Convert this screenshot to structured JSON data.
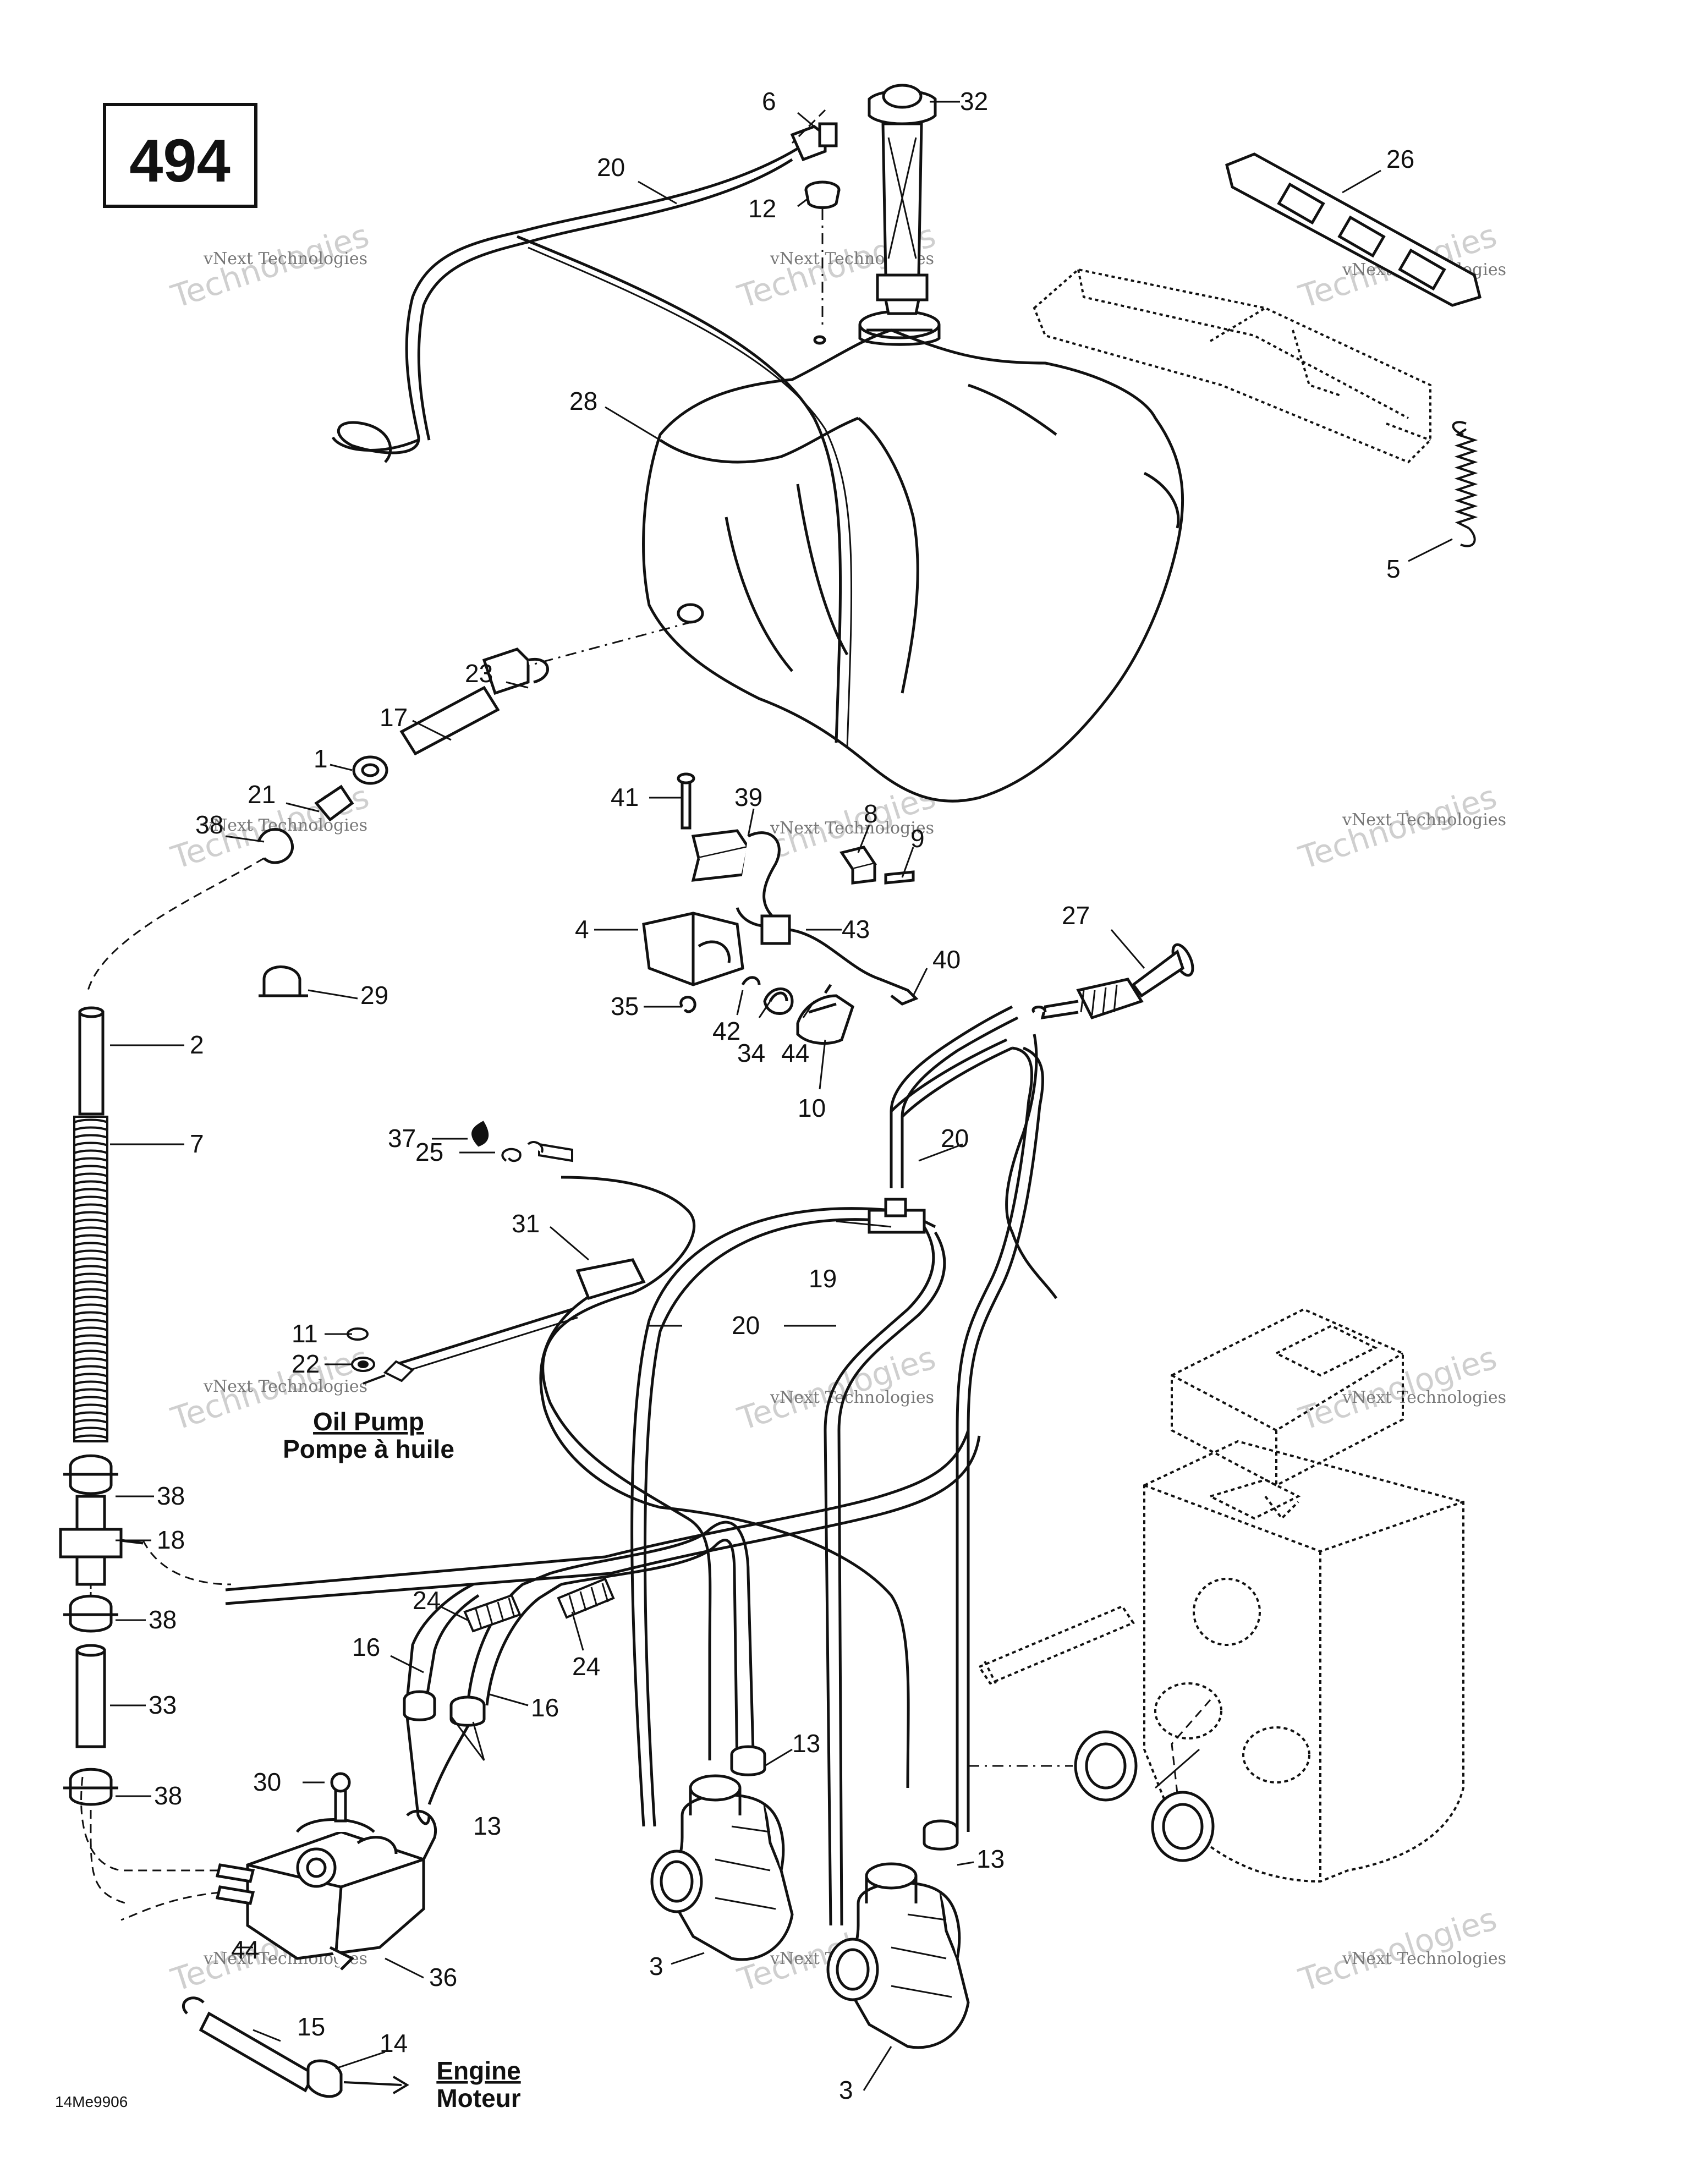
{
  "page_number": "494",
  "drawing_code": "14Me9906",
  "watermark": {
    "line1": "vNext Technologies",
    "line2": "Technologies"
  },
  "labels": {
    "oil_pump_en": "Oil Pump",
    "oil_pump_fr": "Pompe à huile",
    "engine_en": "Engine",
    "engine_fr": "Moteur"
  },
  "callouts": [
    {
      "id": "c6",
      "text": "6"
    },
    {
      "id": "c32",
      "text": "32"
    },
    {
      "id": "c20a",
      "text": "20"
    },
    {
      "id": "c12",
      "text": "12"
    },
    {
      "id": "c26",
      "text": "26"
    },
    {
      "id": "c28",
      "text": "28"
    },
    {
      "id": "c5",
      "text": "5"
    },
    {
      "id": "c23",
      "text": "23"
    },
    {
      "id": "c17",
      "text": "17"
    },
    {
      "id": "c1",
      "text": "1"
    },
    {
      "id": "c21",
      "text": "21"
    },
    {
      "id": "c38a",
      "text": "38"
    },
    {
      "id": "c41",
      "text": "41"
    },
    {
      "id": "c39",
      "text": "39"
    },
    {
      "id": "c8",
      "text": "8"
    },
    {
      "id": "c9",
      "text": "9"
    },
    {
      "id": "c4",
      "text": "4"
    },
    {
      "id": "c43",
      "text": "43"
    },
    {
      "id": "c27",
      "text": "27"
    },
    {
      "id": "c40",
      "text": "40"
    },
    {
      "id": "c29",
      "text": "29"
    },
    {
      "id": "c35",
      "text": "35"
    },
    {
      "id": "c42",
      "text": "42"
    },
    {
      "id": "c34",
      "text": "34"
    },
    {
      "id": "c44a",
      "text": "44"
    },
    {
      "id": "c10",
      "text": "10"
    },
    {
      "id": "c2",
      "text": "2"
    },
    {
      "id": "c7",
      "text": "7"
    },
    {
      "id": "c37",
      "text": "37"
    },
    {
      "id": "c25",
      "text": "25"
    },
    {
      "id": "c20b",
      "text": "20"
    },
    {
      "id": "c31",
      "text": "31"
    },
    {
      "id": "c19",
      "text": "19"
    },
    {
      "id": "c20c",
      "text": "20"
    },
    {
      "id": "c11",
      "text": "11"
    },
    {
      "id": "c22",
      "text": "22"
    },
    {
      "id": "c38b",
      "text": "38"
    },
    {
      "id": "c18",
      "text": "18"
    },
    {
      "id": "c24a",
      "text": "24"
    },
    {
      "id": "c38c",
      "text": "38"
    },
    {
      "id": "c16a",
      "text": "16"
    },
    {
      "id": "c24b",
      "text": "24"
    },
    {
      "id": "c33",
      "text": "33"
    },
    {
      "id": "c16b",
      "text": "16"
    },
    {
      "id": "c13a",
      "text": "13"
    },
    {
      "id": "c30",
      "text": "30"
    },
    {
      "id": "c38d",
      "text": "38"
    },
    {
      "id": "c13b",
      "text": "13"
    },
    {
      "id": "c13c",
      "text": "13"
    },
    {
      "id": "c44b",
      "text": "44"
    },
    {
      "id": "c36",
      "text": "36"
    },
    {
      "id": "c3a",
      "text": "3"
    },
    {
      "id": "c15",
      "text": "15"
    },
    {
      "id": "c14",
      "text": "14"
    },
    {
      "id": "c3b",
      "text": "3"
    }
  ]
}
